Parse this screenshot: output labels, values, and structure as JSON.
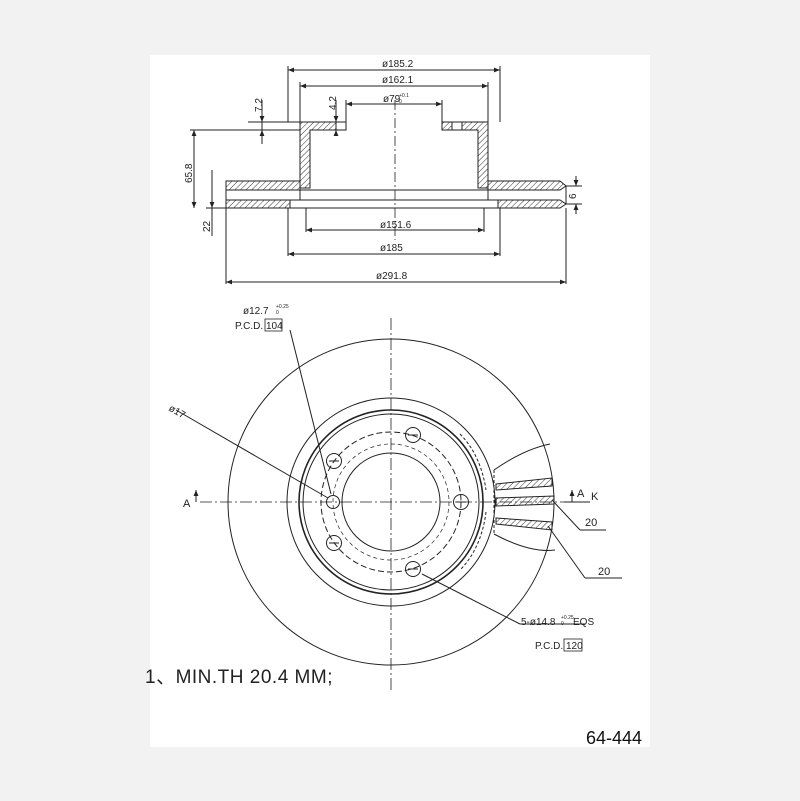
{
  "part_number": "64-444",
  "note": "1、MIN.TH 20.4 MM;",
  "dimensions": {
    "d185_2": "ø185.2",
    "d162_1": "ø162.1",
    "d79": "ø79",
    "d79_tol_upper": "+0.1",
    "d79_tol_lower": "0",
    "h7_2": "7.2",
    "h4_2": "4.2",
    "h65_8": "65.8",
    "h22": "22",
    "h6": "6",
    "d151_6": "ø151.6",
    "d185": "ø185",
    "d291_8": "ø291.8"
  },
  "plan": {
    "hole_small": "ø12.7",
    "hole_small_tol_upper": "+0.25",
    "hole_small_tol_lower": "0",
    "pcd_label": "P.C.D.",
    "pcd_small": "104",
    "d17": "ø17",
    "section_a_left": "A",
    "section_a_right": "A",
    "section_k": "K",
    "vane_20_a": "20",
    "vane_20_b": "20",
    "holes_5": "5-ø14.8",
    "holes_5_tol_upper": "+0.25",
    "holes_5_tol_lower": "0",
    "holes_5_suffix": "EQS",
    "pcd_large": "120"
  }
}
